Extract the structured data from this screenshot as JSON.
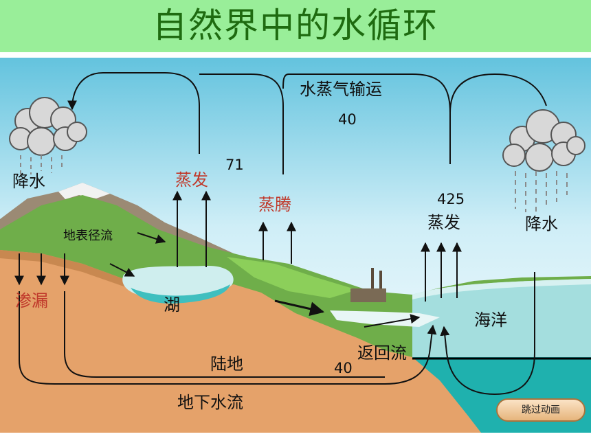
{
  "title": "自然界中的水循环",
  "labels": {
    "precipitation_left": "降水",
    "precipitation_right": "降水",
    "evaporation_left": "蒸发",
    "transpiration": "蒸腾",
    "evaporation_ocean": "蒸发",
    "surface_runoff": "地表径流",
    "infiltration": "渗漏",
    "lake": "湖",
    "ocean": "海洋",
    "land": "陆地",
    "return_flow": "返回流",
    "groundwater_flow": "地下水流",
    "vapor_transport": "水蒸气输运"
  },
  "values": {
    "vapor_transport": "40",
    "land_evaporation": "71",
    "ocean_evaporation": "425",
    "return_flow": "40"
  },
  "skip_button": "跳过动画"
}
